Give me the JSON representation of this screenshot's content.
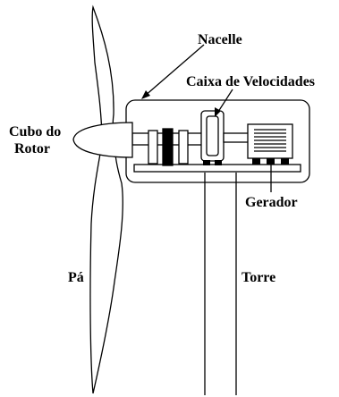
{
  "labels": {
    "nacelle": "Nacelle",
    "gearbox": "Caixa de Velocidades",
    "hub_line1": "Cubo do",
    "hub_line2": "Rotor",
    "generator": "Gerador",
    "blade": "Pá",
    "tower": "Torre"
  }
}
